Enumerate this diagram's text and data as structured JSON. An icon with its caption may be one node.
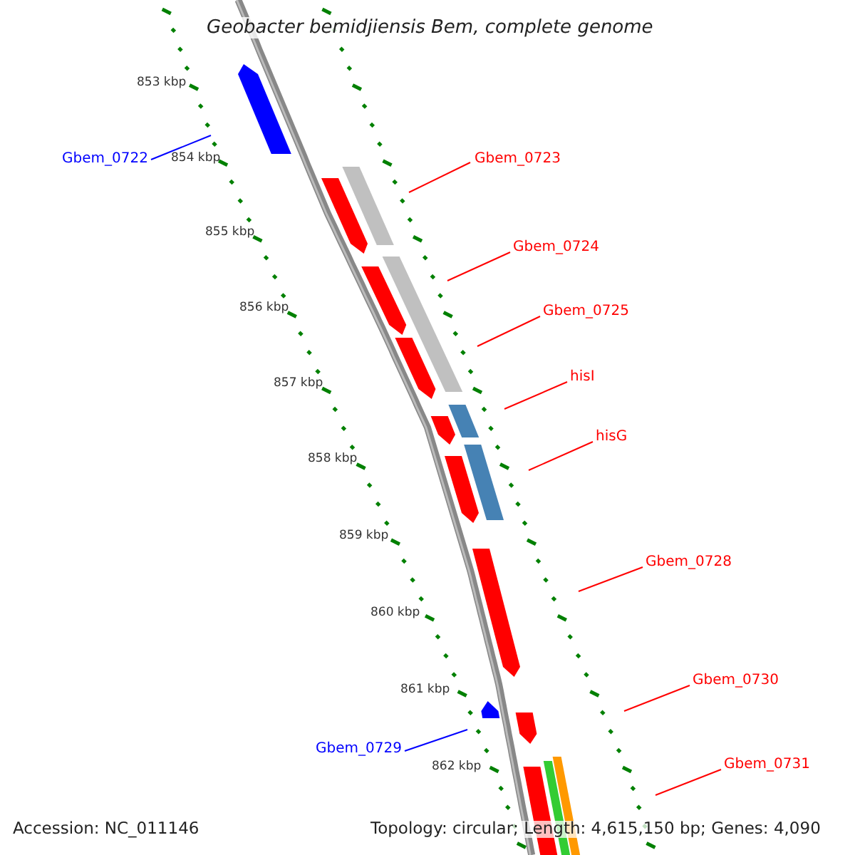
{
  "diagram": {
    "title": "Geobacter bemidjiensis Bem, complete genome",
    "nodes": [
      {
        "text": [
          "Gbem_0722"
        ]
      },
      {
        "text": [
          "Gbem_0723"
        ]
      },
      {
        "text": [
          "Gbem_0724"
        ]
      },
      {
        "text": [
          "Gbem_0725"
        ]
      },
      {
        "text": [
          "hisI"
        ]
      },
      {
        "text": [
          "hisG"
        ]
      },
      {
        "text": [
          "Gbem_0728"
        ]
      },
      {
        "text": [
          "Gbem_0730"
        ]
      },
      {
        "text": [
          "Gbem_0729"
        ]
      },
      {
        "text": [
          "Gbem_0731"
        ]
      }
    ],
    "edges": [
      {
        "from": 0,
        "to": null,
        "arrow": "none",
        "color": "#0000ff"
      },
      {
        "from": 1,
        "to": null,
        "arrow": "none"
      },
      {
        "from": 2,
        "to": null,
        "arrow": "none"
      },
      {
        "from": 3,
        "to": null,
        "arrow": "none"
      },
      {
        "from": 4,
        "to": null,
        "arrow": "none"
      },
      {
        "from": 5,
        "to": null,
        "arrow": "none"
      },
      {
        "from": 6,
        "to": null,
        "arrow": "none"
      },
      {
        "from": 7,
        "to": null,
        "arrow": "none"
      },
      {
        "from": 8,
        "to": null,
        "arrow": "none",
        "color": "#0000ff"
      },
      {
        "from": 9,
        "to": null,
        "arrow": "none"
      }
    ],
    "labels": [
      "853 kbp",
      "854 kbp",
      "855 kbp",
      "856 kbp",
      "857 kbp",
      "858 kbp",
      "859 kbp",
      "860 kbp",
      "861 kbp",
      "862 kbp",
      "Accession: NC_011146",
      "Topology: circular; Length: 4,615,150 bp; Genes: 4,090"
    ]
  }
}
